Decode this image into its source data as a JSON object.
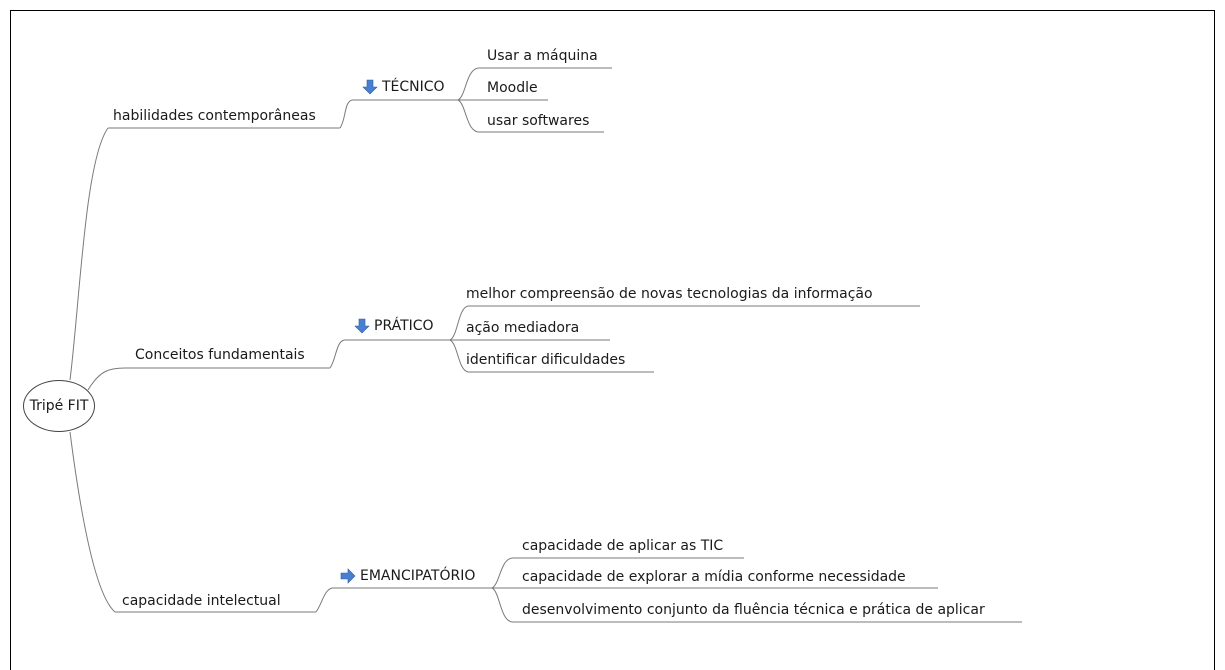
{
  "mindmap": {
    "root": "Tripé FIT",
    "branches": [
      {
        "label": "habilidades contemporâneas",
        "category": {
          "label": "TÉCNICO",
          "arrow": "arrow-down-icon"
        },
        "items": [
          "Usar a máquina",
          "Moodle",
          "usar softwares"
        ]
      },
      {
        "label": "Conceitos fundamentais",
        "category": {
          "label": "PRÁTICO",
          "arrow": "arrow-down-icon"
        },
        "items": [
          "melhor compreensão de novas tecnologias da informação",
          "ação mediadora",
          "identificar dificuldades"
        ]
      },
      {
        "label": "capacidade intelectual",
        "category": {
          "label": "EMANCIPATÓRIO",
          "arrow": "arrow-right-icon"
        },
        "items": [
          "capacidade de aplicar as TIC",
          "capacidade de explorar a mídia conforme necessidade",
          "desenvolvimento conjunto da fluência técnica e prática de aplicar"
        ]
      }
    ],
    "colors": {
      "line": "#7a7a7a",
      "arrow": "#4a7fd0"
    }
  }
}
